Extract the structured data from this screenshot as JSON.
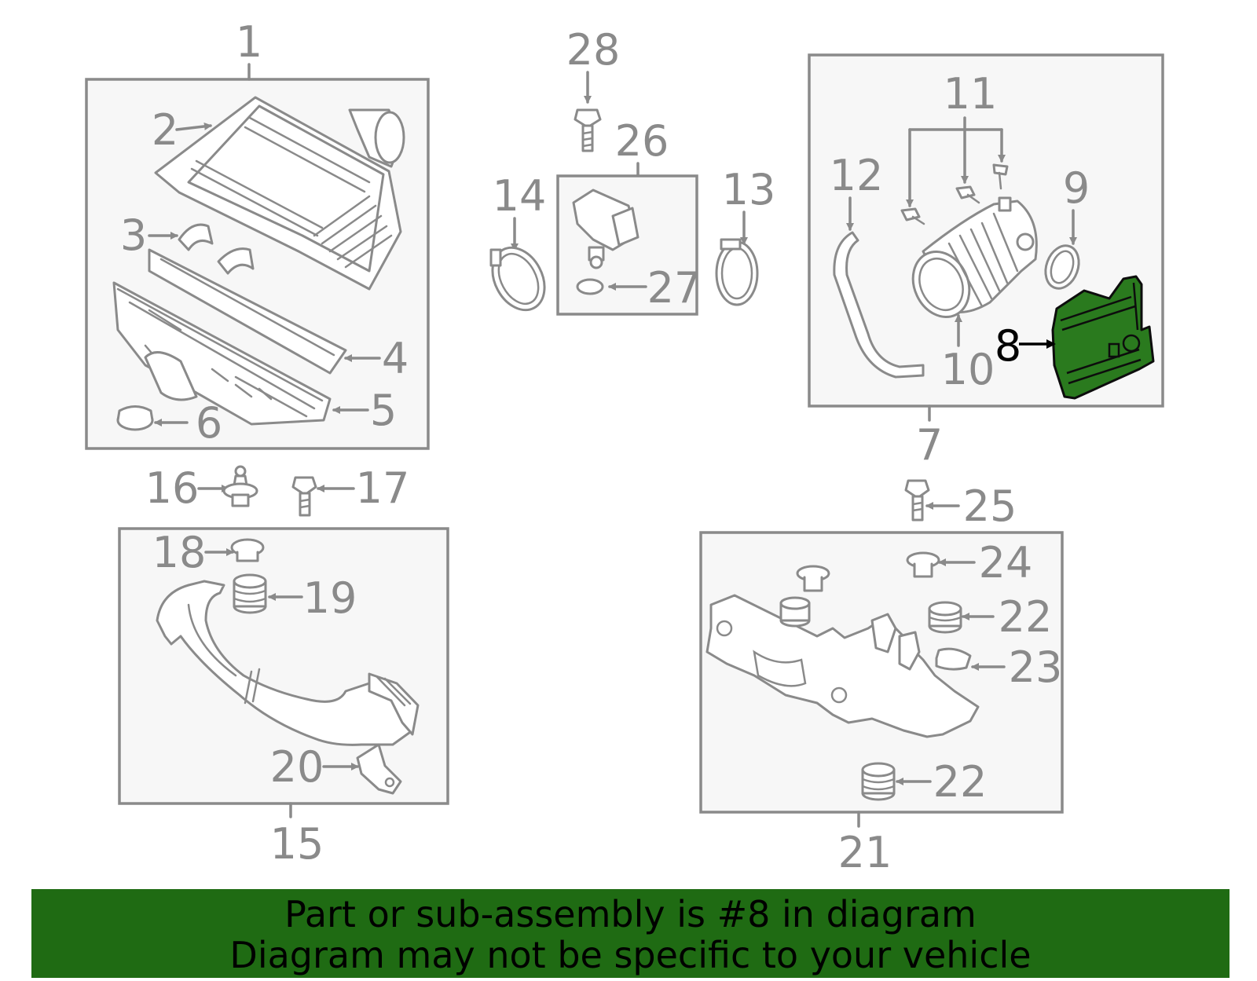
{
  "callouts": {
    "c1": "1",
    "c2": "2",
    "c3": "3",
    "c4": "4",
    "c5": "5",
    "c6": "6",
    "c7": "7",
    "c8": "8",
    "c9": "9",
    "c10": "10",
    "c11": "11",
    "c12": "12",
    "c13": "13",
    "c14": "14",
    "c15": "15",
    "c16": "16",
    "c17": "17",
    "c18": "18",
    "c19": "19",
    "c20": "20",
    "c21": "21",
    "c22a": "22",
    "c22b": "22",
    "c23": "23",
    "c24": "24",
    "c25": "25",
    "c26": "26",
    "c27": "27",
    "c28": "28"
  },
  "highlighted_part": "8",
  "colors": {
    "banner": "#1f6b13",
    "highlight": "#2a7a1e",
    "line": "#8a8a8a",
    "box_fill": "#f7f7f7"
  },
  "banner": {
    "line1": "Part or sub-assembly is #8 in diagram",
    "line2": "Diagram may not be specific to your vehicle"
  }
}
